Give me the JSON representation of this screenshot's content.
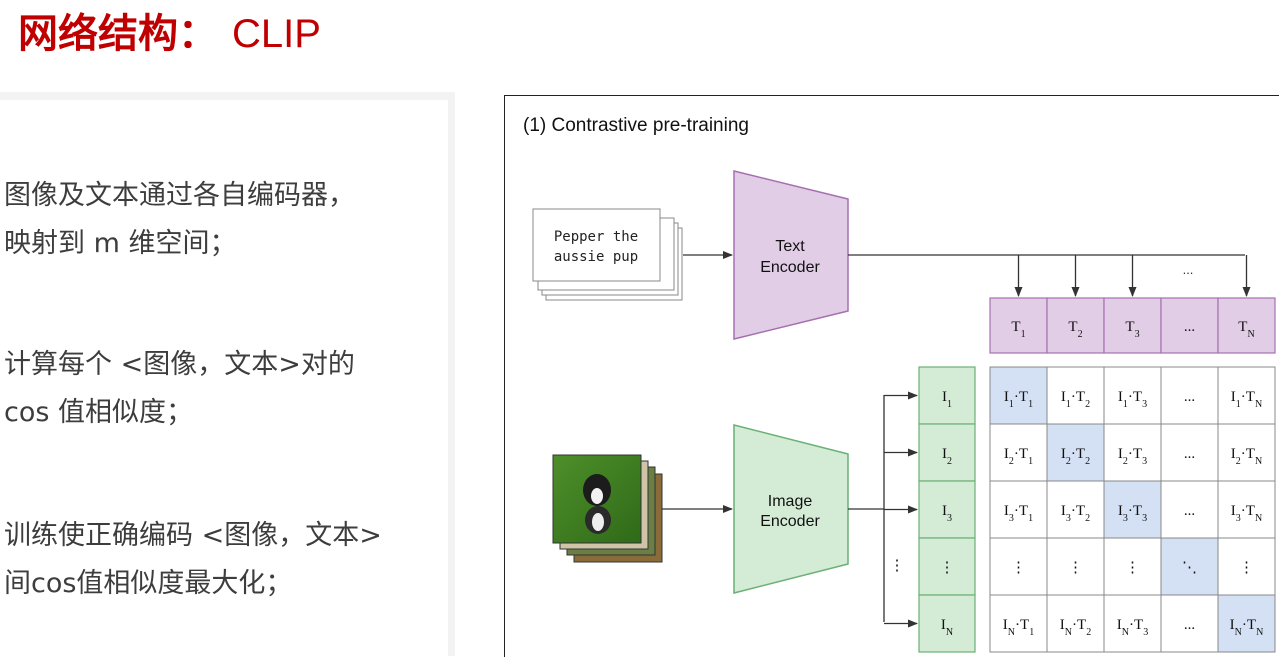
{
  "slide": {
    "title": "网络结构：",
    "title_suffix": "CLIP",
    "title_color": "#c00000"
  },
  "bullets": [
    {
      "line1": "图像及文本通过各自编码器，",
      "line2": "映射到 m 维空间；"
    },
    {
      "line1": "计算每个 <图像，文本>对的",
      "line2": "cos 值相似度；"
    },
    {
      "line1": "训练使正确编码 <图像，文本>",
      "line2": "间cos值相似度最大化；"
    }
  ],
  "figure": {
    "heading": "(1) Contrastive pre-training",
    "text_sample": [
      "Pepper the",
      "aussie pup"
    ],
    "text_encoder": [
      "Text",
      "Encoder"
    ],
    "image_encoder": [
      "Image",
      "Encoder"
    ],
    "dots_label": "...",
    "colors": {
      "text_encoder": "#e1cde6",
      "image_encoder": "#d4ebd6",
      "diagonal": "#d4e1f5"
    },
    "text_features": [
      {
        "main": "T",
        "sub": "1"
      },
      {
        "main": "T",
        "sub": "2"
      },
      {
        "main": "T",
        "sub": "3"
      },
      {
        "main": "...",
        "sub": ""
      },
      {
        "main": "T",
        "sub": "N"
      }
    ],
    "image_features": [
      {
        "main": "I",
        "sub": "1"
      },
      {
        "main": "I",
        "sub": "2"
      },
      {
        "main": "I",
        "sub": "3"
      },
      {
        "main": "⋮",
        "sub": ""
      },
      {
        "main": "I",
        "sub": "N"
      }
    ],
    "matrix": [
      [
        {
          "a": "I",
          "as": "1",
          "b": "T",
          "bs": "1"
        },
        {
          "a": "I",
          "as": "1",
          "b": "T",
          "bs": "2"
        },
        {
          "a": "I",
          "as": "1",
          "b": "T",
          "bs": "3"
        },
        {
          "t": "..."
        },
        {
          "a": "I",
          "as": "1",
          "b": "T",
          "bs": "N"
        }
      ],
      [
        {
          "a": "I",
          "as": "2",
          "b": "T",
          "bs": "1"
        },
        {
          "a": "I",
          "as": "2",
          "b": "T",
          "bs": "2"
        },
        {
          "a": "I",
          "as": "2",
          "b": "T",
          "bs": "3"
        },
        {
          "t": "..."
        },
        {
          "a": "I",
          "as": "2",
          "b": "T",
          "bs": "N"
        }
      ],
      [
        {
          "a": "I",
          "as": "3",
          "b": "T",
          "bs": "1"
        },
        {
          "a": "I",
          "as": "3",
          "b": "T",
          "bs": "2"
        },
        {
          "a": "I",
          "as": "3",
          "b": "T",
          "bs": "3"
        },
        {
          "t": "..."
        },
        {
          "a": "I",
          "as": "3",
          "b": "T",
          "bs": "N"
        }
      ],
      [
        {
          "t": "⋮"
        },
        {
          "t": "⋮"
        },
        {
          "t": "⋮"
        },
        {
          "t": "⋱"
        },
        {
          "t": "⋮"
        }
      ],
      [
        {
          "a": "I",
          "as": "N",
          "b": "T",
          "bs": "1"
        },
        {
          "a": "I",
          "as": "N",
          "b": "T",
          "bs": "2"
        },
        {
          "a": "I",
          "as": "N",
          "b": "T",
          "bs": "3"
        },
        {
          "t": "..."
        },
        {
          "a": "I",
          "as": "N",
          "b": "T",
          "bs": "N"
        }
      ]
    ]
  }
}
